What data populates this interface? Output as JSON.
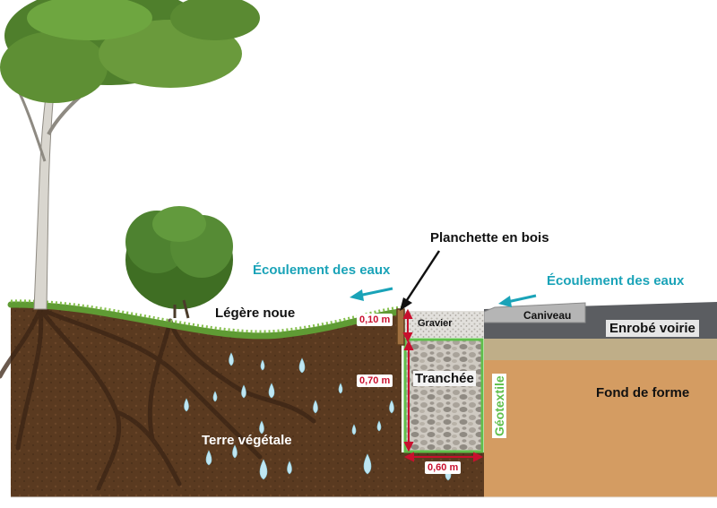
{
  "labels": {
    "planchette": "Planchette en bois",
    "flow_left": "Écoulement des eaux",
    "flow_right": "Écoulement des eaux",
    "legere_noue": "Légère noue",
    "gravier": "Gravier",
    "caniveau": "Caniveau",
    "enrobe": "Enrobé voirie",
    "tranchee": "Tranchée",
    "fond_de_forme": "Fond de forme",
    "terre_vegetale": "Terre végétale",
    "geotextile": "Géotextile"
  },
  "dimensions": {
    "gravel_depth": "0,10 m",
    "trench_depth": "0,70 m",
    "trench_width": "0,60 m"
  },
  "colors": {
    "soil": "#5a3a20",
    "grass": "#5f9b34",
    "asphalt": "#5b5d61",
    "fond_de_forme": "#d49c62",
    "geotextile": "#5fbf4a",
    "flow_arrow": "#1aa3b8",
    "dimension": "#c8102e",
    "water_drop": "#bfe6f2"
  }
}
